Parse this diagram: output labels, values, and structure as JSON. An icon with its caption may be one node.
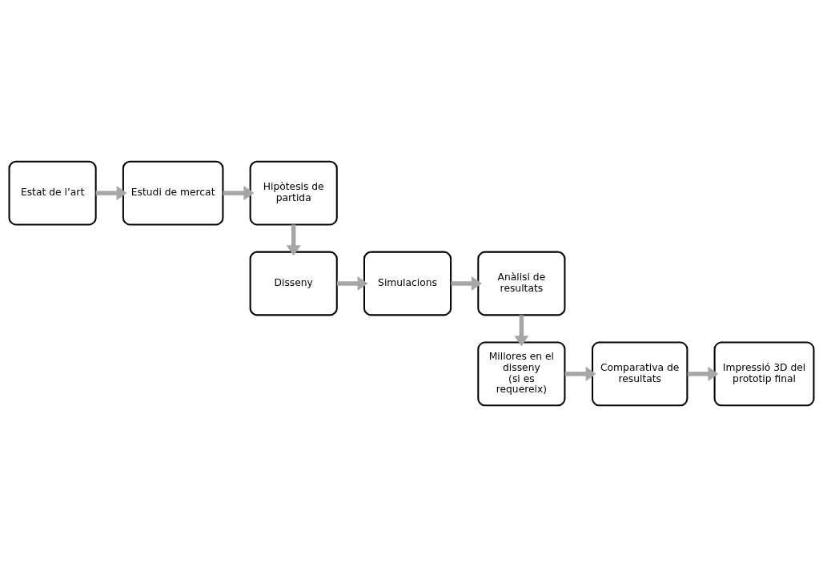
{
  "diagram": {
    "nodes": [
      {
        "text": [
          "Estat de l’art"
        ]
      },
      {
        "text": [
          "Estudi de mercat"
        ]
      },
      {
        "text": [
          "Hipòtesis de partida"
        ]
      },
      {
        "text": [
          "Disseny"
        ]
      },
      {
        "text": [
          "Simulacions"
        ]
      },
      {
        "text": [
          "Anàlisi de resultats"
        ]
      },
      {
        "text": [
          "Millores en el disseny",
          "(si es requereix)"
        ]
      },
      {
        "text": [
          "Comparativa de resultats"
        ]
      },
      {
        "text": [
          "Impressió 3D del prototip final"
        ]
      }
    ],
    "edges": [
      {
        "from": 0,
        "to": 1,
        "arrow": "to"
      },
      {
        "from": 1,
        "to": 2,
        "arrow": "to"
      },
      {
        "from": 2,
        "to": 3,
        "arrow": "to"
      },
      {
        "from": 3,
        "to": 4,
        "arrow": "to"
      },
      {
        "from": 4,
        "to": 5,
        "arrow": "to"
      },
      {
        "from": 5,
        "to": 6,
        "arrow": "to"
      },
      {
        "from": 6,
        "to": 7,
        "arrow": "to"
      },
      {
        "from": 7,
        "to": 8,
        "arrow": "to"
      }
    ]
  }
}
